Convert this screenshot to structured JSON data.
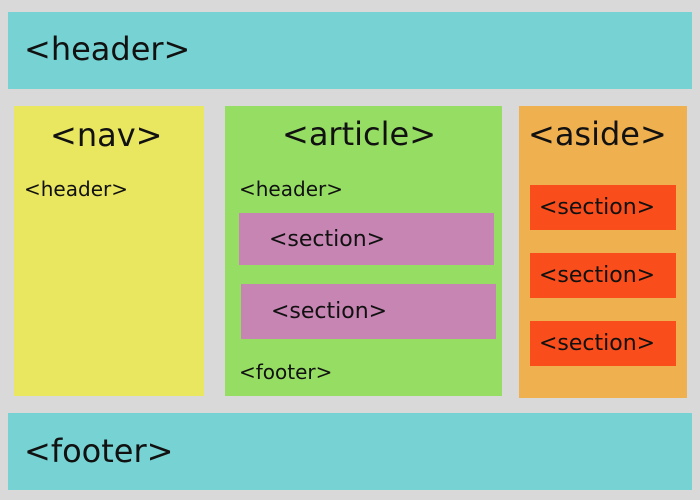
{
  "page_header": {
    "label": "<header>"
  },
  "nav": {
    "title": "<nav>",
    "header": "<header>"
  },
  "article": {
    "title": "<article>",
    "header": "<header>",
    "sections": [
      "<section>",
      "<section>"
    ],
    "footer": "<footer>"
  },
  "aside": {
    "title": "<aside>",
    "sections": [
      "<section>",
      "<section>",
      "<section>"
    ]
  },
  "page_footer": {
    "label": "<footer>"
  },
  "colors": {
    "background": "#d9d9d9",
    "header_footer": "#77d3d3",
    "nav": "#e9e660",
    "article": "#96de63",
    "article_section": "#c685b3",
    "aside": "#efb04f",
    "aside_section": "#fa4d1c"
  }
}
